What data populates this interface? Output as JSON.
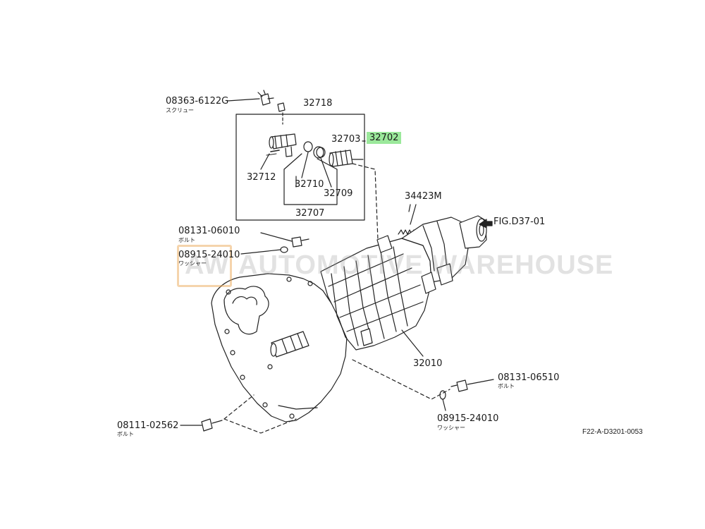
{
  "diagram": {
    "parts": [
      {
        "number": "08363-6122G",
        "name": "スクリュー"
      },
      {
        "number": "32718"
      },
      {
        "number": "32703"
      },
      {
        "number": "32702",
        "highlighted": true
      },
      {
        "number": "32712"
      },
      {
        "number": "32710"
      },
      {
        "number": "32709"
      },
      {
        "number": "32707"
      },
      {
        "number": "34423M"
      },
      {
        "number": "08131-06010",
        "name": "ボルト"
      },
      {
        "number": "08915-24010",
        "name": "ワッシャー"
      },
      {
        "number": "32010"
      },
      {
        "number": "08131-06510",
        "name": "ボルト"
      },
      {
        "number": "08915-24010",
        "name": "ワッシャー"
      },
      {
        "number": "08111-02562",
        "name": "ボルト"
      }
    ],
    "figure_ref": "FIG.D37-01",
    "drawing_code": "F22-A-D3201-0053",
    "highlight_color": "#9be89b"
  },
  "watermark": {
    "logo": "AW",
    "text": "AUTOMOTIVE WAREHOUSE"
  }
}
